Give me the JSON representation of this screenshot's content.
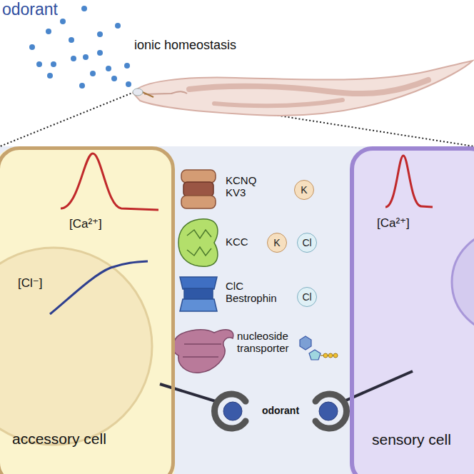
{
  "diagram": {
    "nodes": [
      {
        "text": [
          "[Ca²⁺]",
          "[Cl⁻]",
          "accessory cell"
        ]
      },
      {
        "text": [
          "[Ca²⁺]",
          "sensory cell"
        ]
      },
      {
        "text": [
          "K"
        ]
      },
      {
        "text": [
          "K"
        ]
      },
      {
        "text": [
          "Cl"
        ]
      },
      {
        "text": [
          "Cl"
        ]
      }
    ],
    "labels": [
      "odorant",
      "ionic homeostasis",
      "KCNQ KV3",
      "KCC",
      "ClC Bestrophin",
      "nucleoside transporter",
      "odorant"
    ]
  }
}
